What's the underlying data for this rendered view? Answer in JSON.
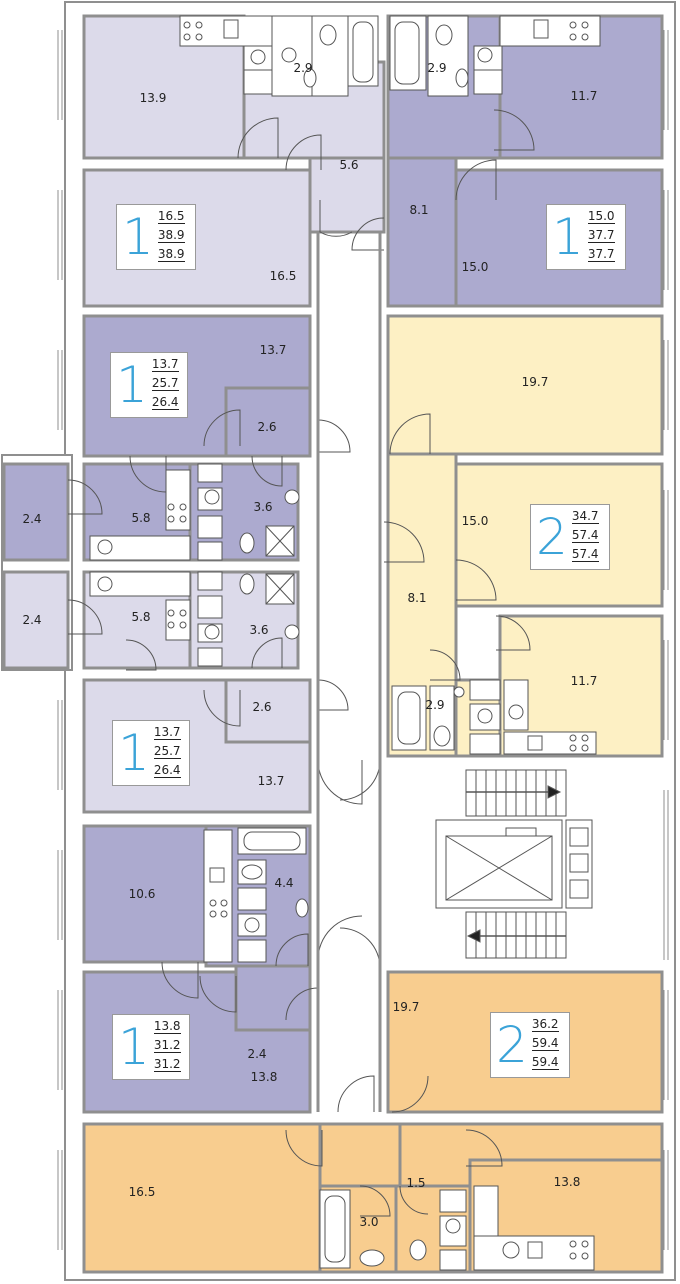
{
  "colors": {
    "wall": "#8f8f8f",
    "wall_fill": "#ffffff",
    "room_lavender": "#dcdaea",
    "room_purple": "#acaacf",
    "room_yellow": "#fdf0c4",
    "room_orange": "#f8cd8f",
    "badge_digit": "#3ba3d8",
    "text": "#222222"
  },
  "apartments": [
    {
      "id": "apt-1a",
      "rooms": "1",
      "areas": [
        "16.5",
        "38.9",
        "38.9"
      ]
    },
    {
      "id": "apt-1b",
      "rooms": "1",
      "areas": [
        "15.0",
        "37.7",
        "37.7"
      ]
    },
    {
      "id": "apt-1c",
      "rooms": "1",
      "areas": [
        "13.7",
        "25.7",
        "26.4"
      ]
    },
    {
      "id": "apt-2a",
      "rooms": "2",
      "areas": [
        "34.7",
        "57.4",
        "57.4"
      ]
    },
    {
      "id": "apt-1d",
      "rooms": "1",
      "areas": [
        "13.7",
        "25.7",
        "26.4"
      ]
    },
    {
      "id": "apt-1e",
      "rooms": "1",
      "areas": [
        "13.8",
        "31.2",
        "31.2"
      ]
    },
    {
      "id": "apt-2b",
      "rooms": "2",
      "areas": [
        "36.2",
        "59.4",
        "59.4"
      ]
    }
  ],
  "room_areas": [
    "13.9",
    "2.9",
    "2.9",
    "11.7",
    "5.6",
    "8.1",
    "16.5",
    "15.0",
    "13.7",
    "19.7",
    "2.6",
    "2.4",
    "5.8",
    "3.6",
    "15.0",
    "2.4",
    "5.8",
    "3.6",
    "8.1",
    "11.7",
    "2.9",
    "2.6",
    "13.7",
    "10.6",
    "4.4",
    "2.4",
    "19.7",
    "13.8",
    "16.5",
    "3.0",
    "1.5",
    "13.8"
  ]
}
